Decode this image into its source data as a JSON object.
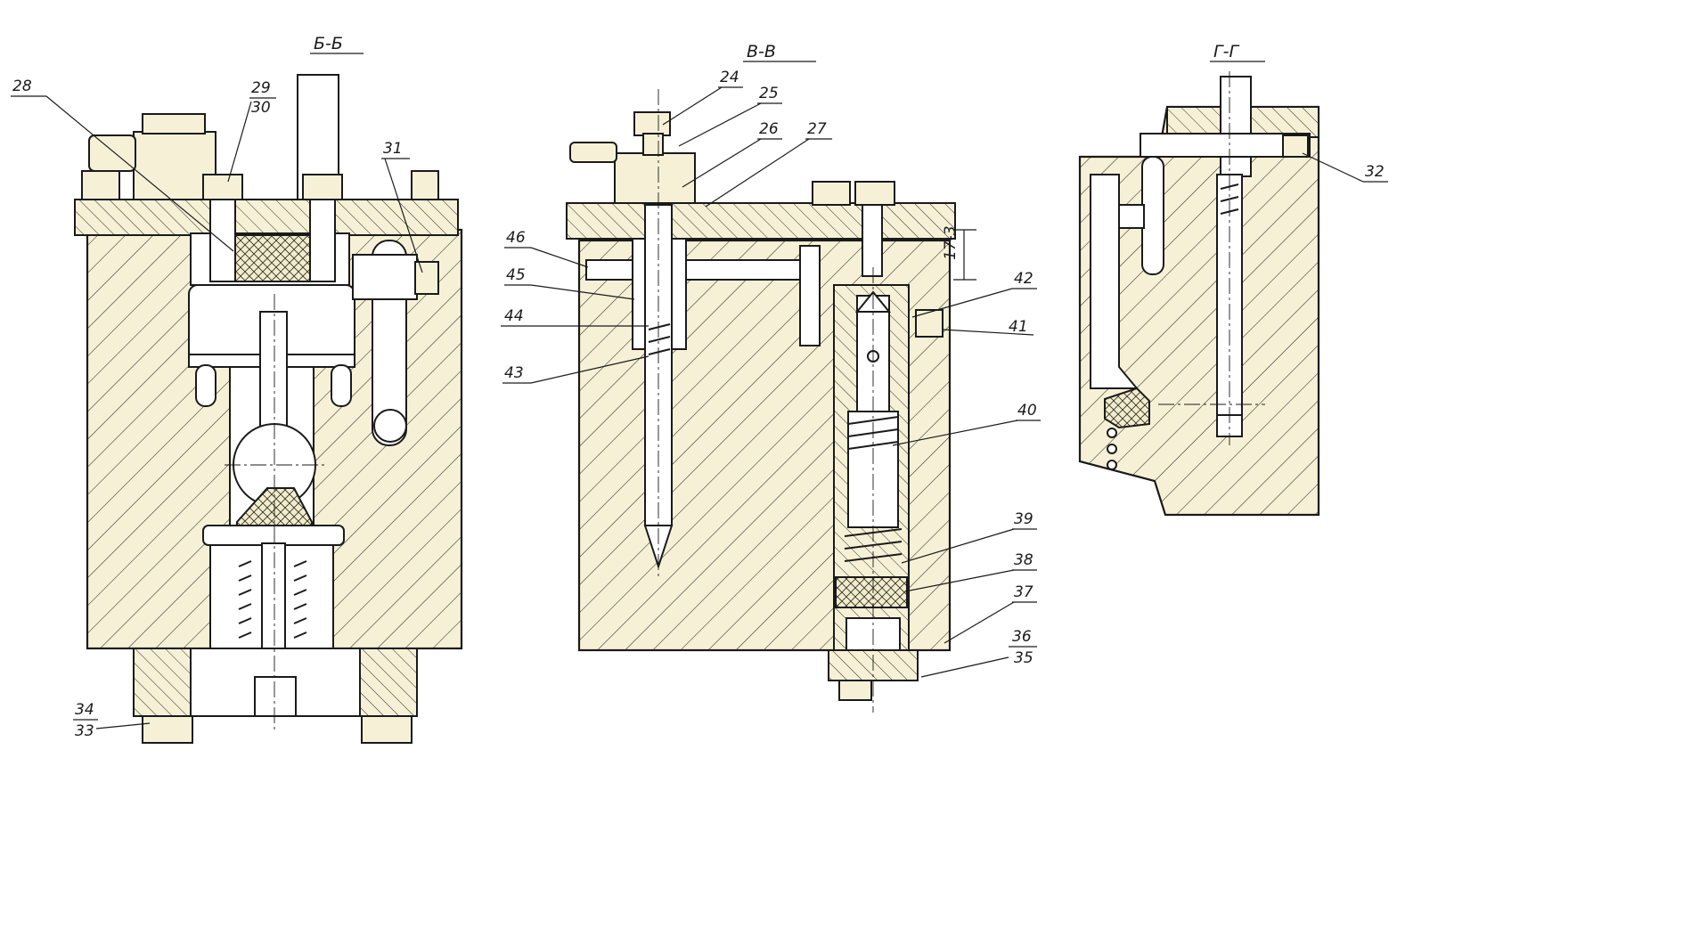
{
  "sections": [
    {
      "id": "b",
      "title": "Б-Б"
    },
    {
      "id": "v",
      "title": "В-В"
    },
    {
      "id": "g",
      "title": "Г-Г"
    }
  ],
  "dimension": "17-3",
  "callouts": {
    "c24": "24",
    "c25": "25",
    "c26": "26",
    "c27": "27",
    "c28": "28",
    "c29": "29",
    "c30": "30",
    "c31": "31",
    "c32": "32",
    "c33": "33",
    "c34": "34",
    "c35": "35",
    "c36": "36",
    "c37": "37",
    "c38": "38",
    "c39": "39",
    "c40": "40",
    "c41": "41",
    "c42": "42",
    "c43": "43",
    "c44": "44",
    "c45": "45",
    "c46": "46"
  },
  "colors": {
    "line": "#1a1a1a",
    "fill": "#f6f1d6",
    "paper": "#ffffff"
  }
}
